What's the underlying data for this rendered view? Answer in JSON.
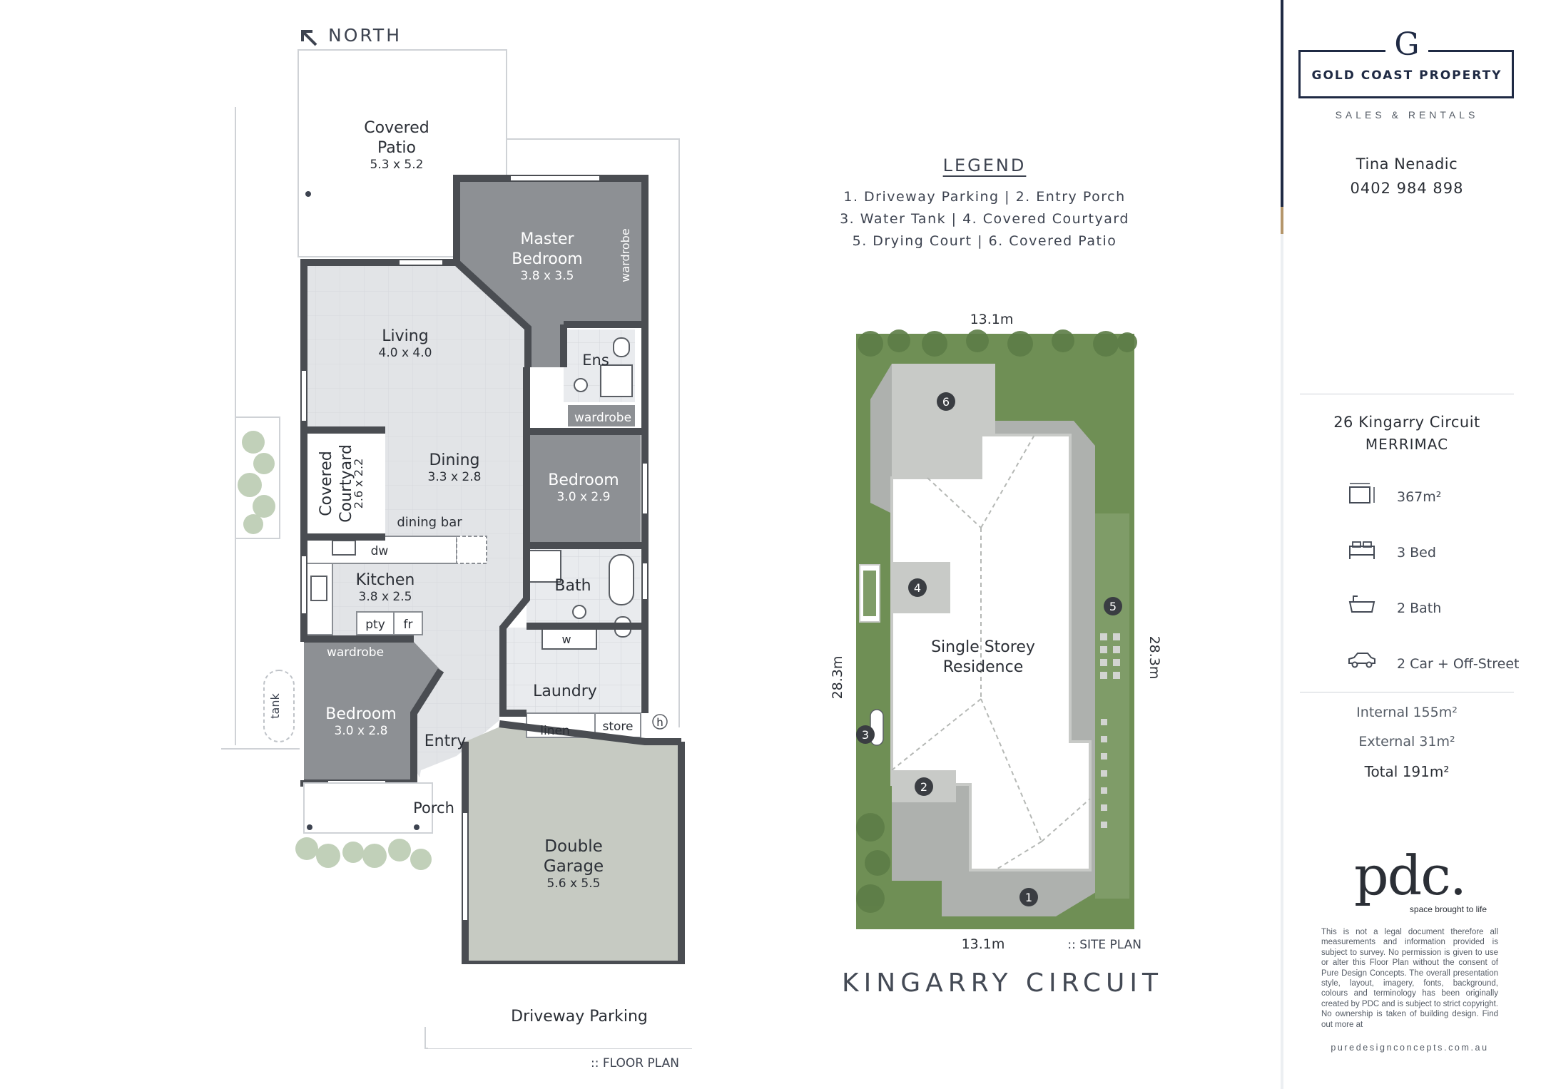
{
  "north_label": "NORTH",
  "floor_plan": {
    "caption": ":: FLOOR PLAN",
    "rooms": {
      "covered_patio": {
        "name": "Covered\nPatio",
        "size": "5.3 x 5.2"
      },
      "master_bedroom": {
        "name": "Master\nBedroom",
        "size": "3.8 x 3.5"
      },
      "wardrobe_master": "wardrobe",
      "living": {
        "name": "Living",
        "size": "4.0 x 4.0"
      },
      "ensuite": "Ens",
      "wardrobe_ens": "wardrobe",
      "covered_courtyard": {
        "name": "Covered\nCourtyard",
        "size": "2.6 x 2.2"
      },
      "dining": {
        "name": "Dining",
        "size": "3.3 x 2.8"
      },
      "bedroom_2": {
        "name": "Bedroom",
        "size": "3.0 x 2.9"
      },
      "dining_bar": "dining bar",
      "dishwasher": "dw",
      "kitchen": {
        "name": "Kitchen",
        "size": "3.8 x 2.5"
      },
      "bath": "Bath",
      "pantry": "pty",
      "fridge": "fr",
      "wc": "w",
      "wardrobe_bed3": "wardrobe",
      "laundry": "Laundry",
      "bedroom_3": {
        "name": "Bedroom",
        "size": "3.0 x 2.8"
      },
      "tank": "tank",
      "entry": "Entry",
      "linen": "linen",
      "store": "store",
      "hws": "h",
      "porch": "Porch",
      "double_garage": {
        "name": "Double\nGarage",
        "size": "5.6 x 5.5"
      },
      "driveway": "Driveway Parking"
    }
  },
  "legend": {
    "title": "LEGEND",
    "lines": [
      "1. Driveway Parking  |  2. Entry Porch",
      "3. Water Tank  |  4. Covered Courtyard",
      "5. Drying Court  |  6. Covered Patio"
    ]
  },
  "site_plan": {
    "caption": ":: SITE PLAN",
    "dim_top": "13.1m",
    "dim_bottom": "13.1m",
    "dim_left": "28.3m",
    "dim_right": "28.3m",
    "residence_label": "Single Storey\nResidence",
    "markers": [
      "1",
      "2",
      "3",
      "4",
      "5",
      "6"
    ]
  },
  "street_name": "KINGARRY CIRCUIT",
  "sidebar": {
    "brand_initial": "G",
    "brand_name": "GOLD COAST PROPERTY",
    "brand_sub": "SALES & RENTALS",
    "agent_name": "Tina Nenadic",
    "agent_phone": "0402 984 898",
    "address_line1": "26 Kingarry Circuit",
    "address_line2": "MERRIMAC",
    "features": [
      {
        "icon": "land-area-icon",
        "text": "367m²"
      },
      {
        "icon": "bed-icon",
        "text": "3 Bed"
      },
      {
        "icon": "bath-icon",
        "text": "2 Bath"
      },
      {
        "icon": "car-icon",
        "text": "2 Car + Off-Street"
      }
    ],
    "internal": "Internal 155m²",
    "external": "External 31m²",
    "total": "Total 191m²",
    "pdc_logo": "pdc.",
    "pdc_tagline": "space brought to life",
    "disclaimer": "This is not a legal document therefore all measurements and information provided is subject to survey. No permission is given to use or alter this Floor Plan without the consent of Pure Design Concepts. The overall presentation style, layout, imagery, fonts, background, colours and terminology has been originally created by PDC and is subject to strict copyright. No ownership is taken of building design. Find out more at",
    "pdc_url": "puredesignconcepts.com.au"
  },
  "colors": {
    "wall": "#4a4d52",
    "living_floor": "#e3e5e8",
    "bedroom_floor": "#8d9094",
    "garage_floor": "#c6cac2",
    "grass": "#6f8f55",
    "navy": "#1f2a44",
    "gold": "#b4966b"
  }
}
